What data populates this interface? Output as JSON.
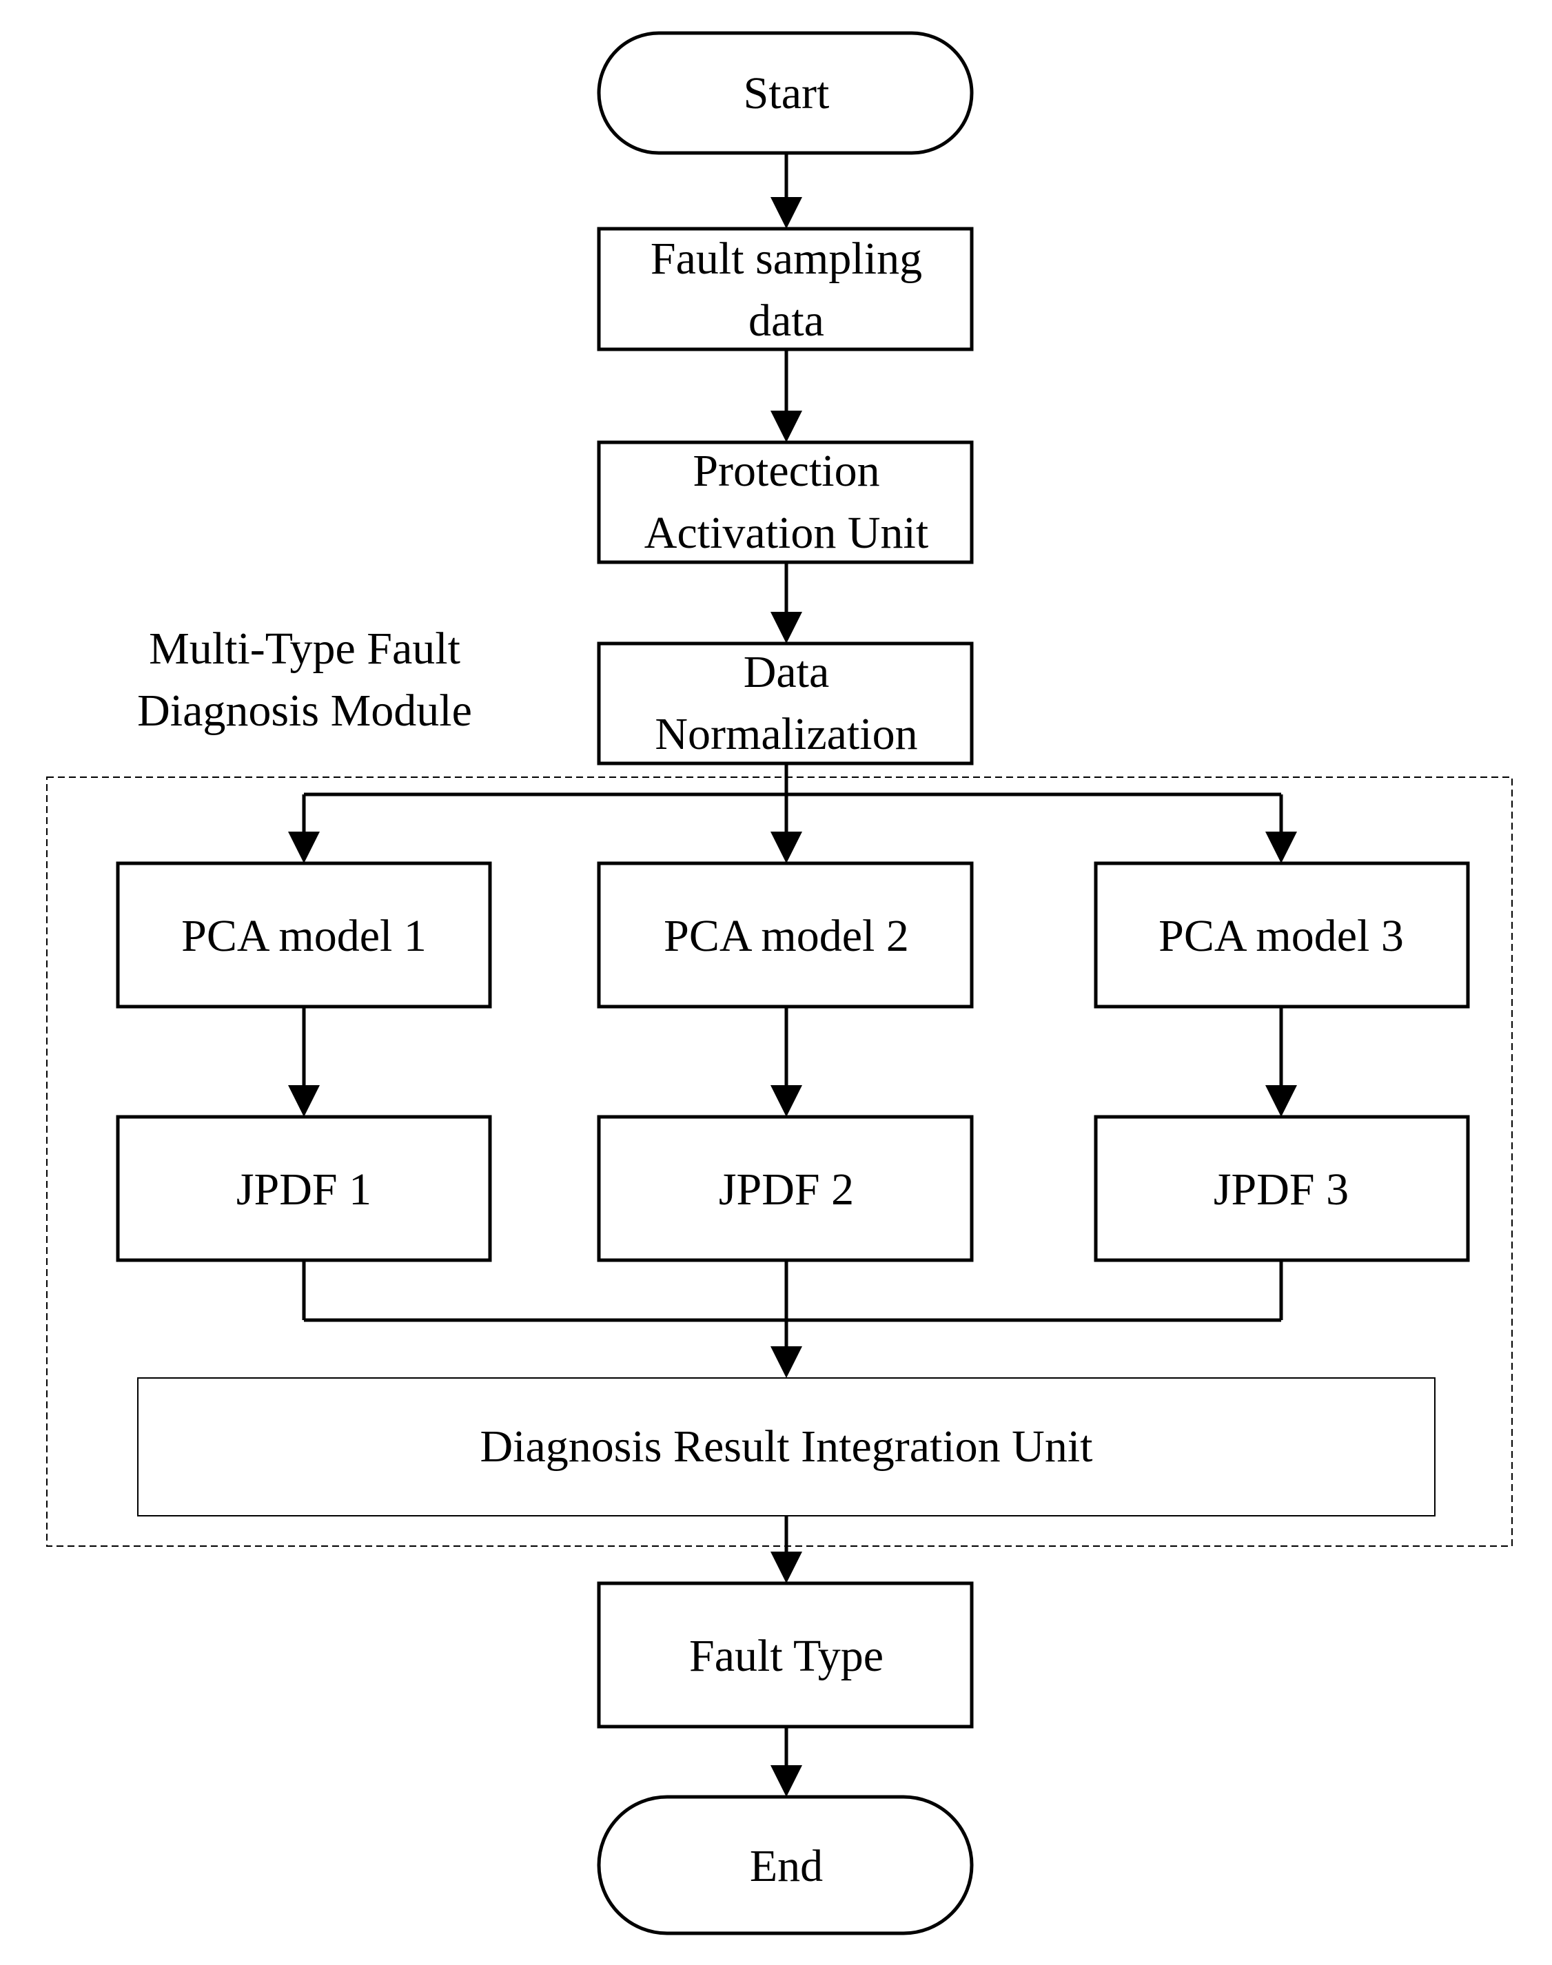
{
  "diagram": {
    "module": {
      "label_line1": "Multi-Type Fault",
      "label_line2": "Diagnosis Module"
    },
    "nodes": {
      "start": {
        "text": "Start"
      },
      "fault_sampling": {
        "line1": "Fault sampling",
        "line2": "data"
      },
      "protection": {
        "line1": "Protection",
        "line2": "Activation Unit"
      },
      "normalization": {
        "line1": "Data",
        "line2": "Normalization"
      },
      "pca": [
        {
          "text": "PCA model 1"
        },
        {
          "text": "PCA model 2"
        },
        {
          "text": "PCA model 3"
        }
      ],
      "jpdf": [
        {
          "text": "JPDF 1"
        },
        {
          "text": "JPDF 2"
        },
        {
          "text": "JPDF 3"
        }
      ],
      "integration": {
        "text": "Diagnosis Result Integration Unit"
      },
      "fault_type": {
        "text": "Fault Type"
      },
      "end": {
        "text": "End"
      }
    }
  }
}
